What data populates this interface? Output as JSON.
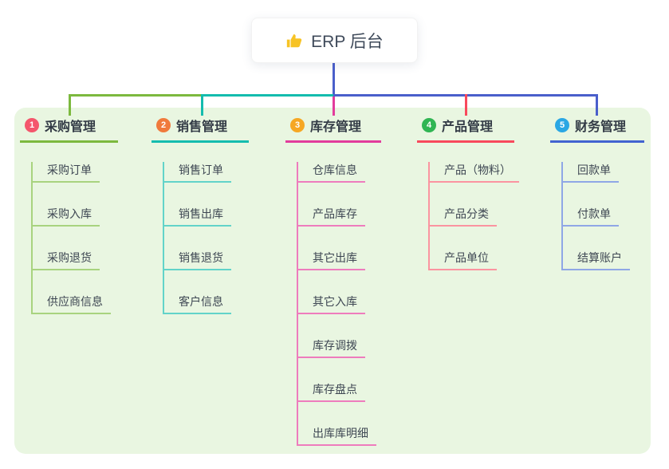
{
  "root": {
    "title": "ERP 后台",
    "icon": "thumbs-up-icon"
  },
  "colors": {
    "panel_background": "#e9f6e1",
    "root_connector": "#4a5fcb",
    "branch_1": {
      "line": "#7cb93e",
      "item_line": "#a8d37f",
      "badge": "#f4566c"
    },
    "branch_2": {
      "line": "#14bcae",
      "item_line": "#62d3c9",
      "badge": "#f07a3c"
    },
    "branch_3": {
      "line": "#e23c9c",
      "item_line": "#ee7cbd",
      "badge": "#f6a723"
    },
    "branch_4": {
      "line": "#f8495c",
      "item_line": "#fb94a0",
      "badge": "#30b553"
    },
    "branch_5": {
      "line": "#4263d0",
      "item_line": "#8fa7e6",
      "badge": "#2aa7e4"
    }
  },
  "branches": [
    {
      "num": "1",
      "title": "采购管理",
      "items": [
        "采购订单",
        "采购入库",
        "采购退货",
        "供应商信息"
      ]
    },
    {
      "num": "2",
      "title": "销售管理",
      "items": [
        "销售订单",
        "销售出库",
        "销售退货",
        "客户信息"
      ]
    },
    {
      "num": "3",
      "title": "库存管理",
      "items": [
        "仓库信息",
        "产品库存",
        "其它出库",
        "其它入库",
        "库存调拨",
        "库存盘点",
        "出库库明细"
      ]
    },
    {
      "num": "4",
      "title": "产品管理",
      "items": [
        "产品（物料）",
        "产品分类",
        "产品单位"
      ]
    },
    {
      "num": "5",
      "title": "财务管理",
      "items": [
        "回款单",
        "付款单",
        "结算账户"
      ]
    }
  ]
}
